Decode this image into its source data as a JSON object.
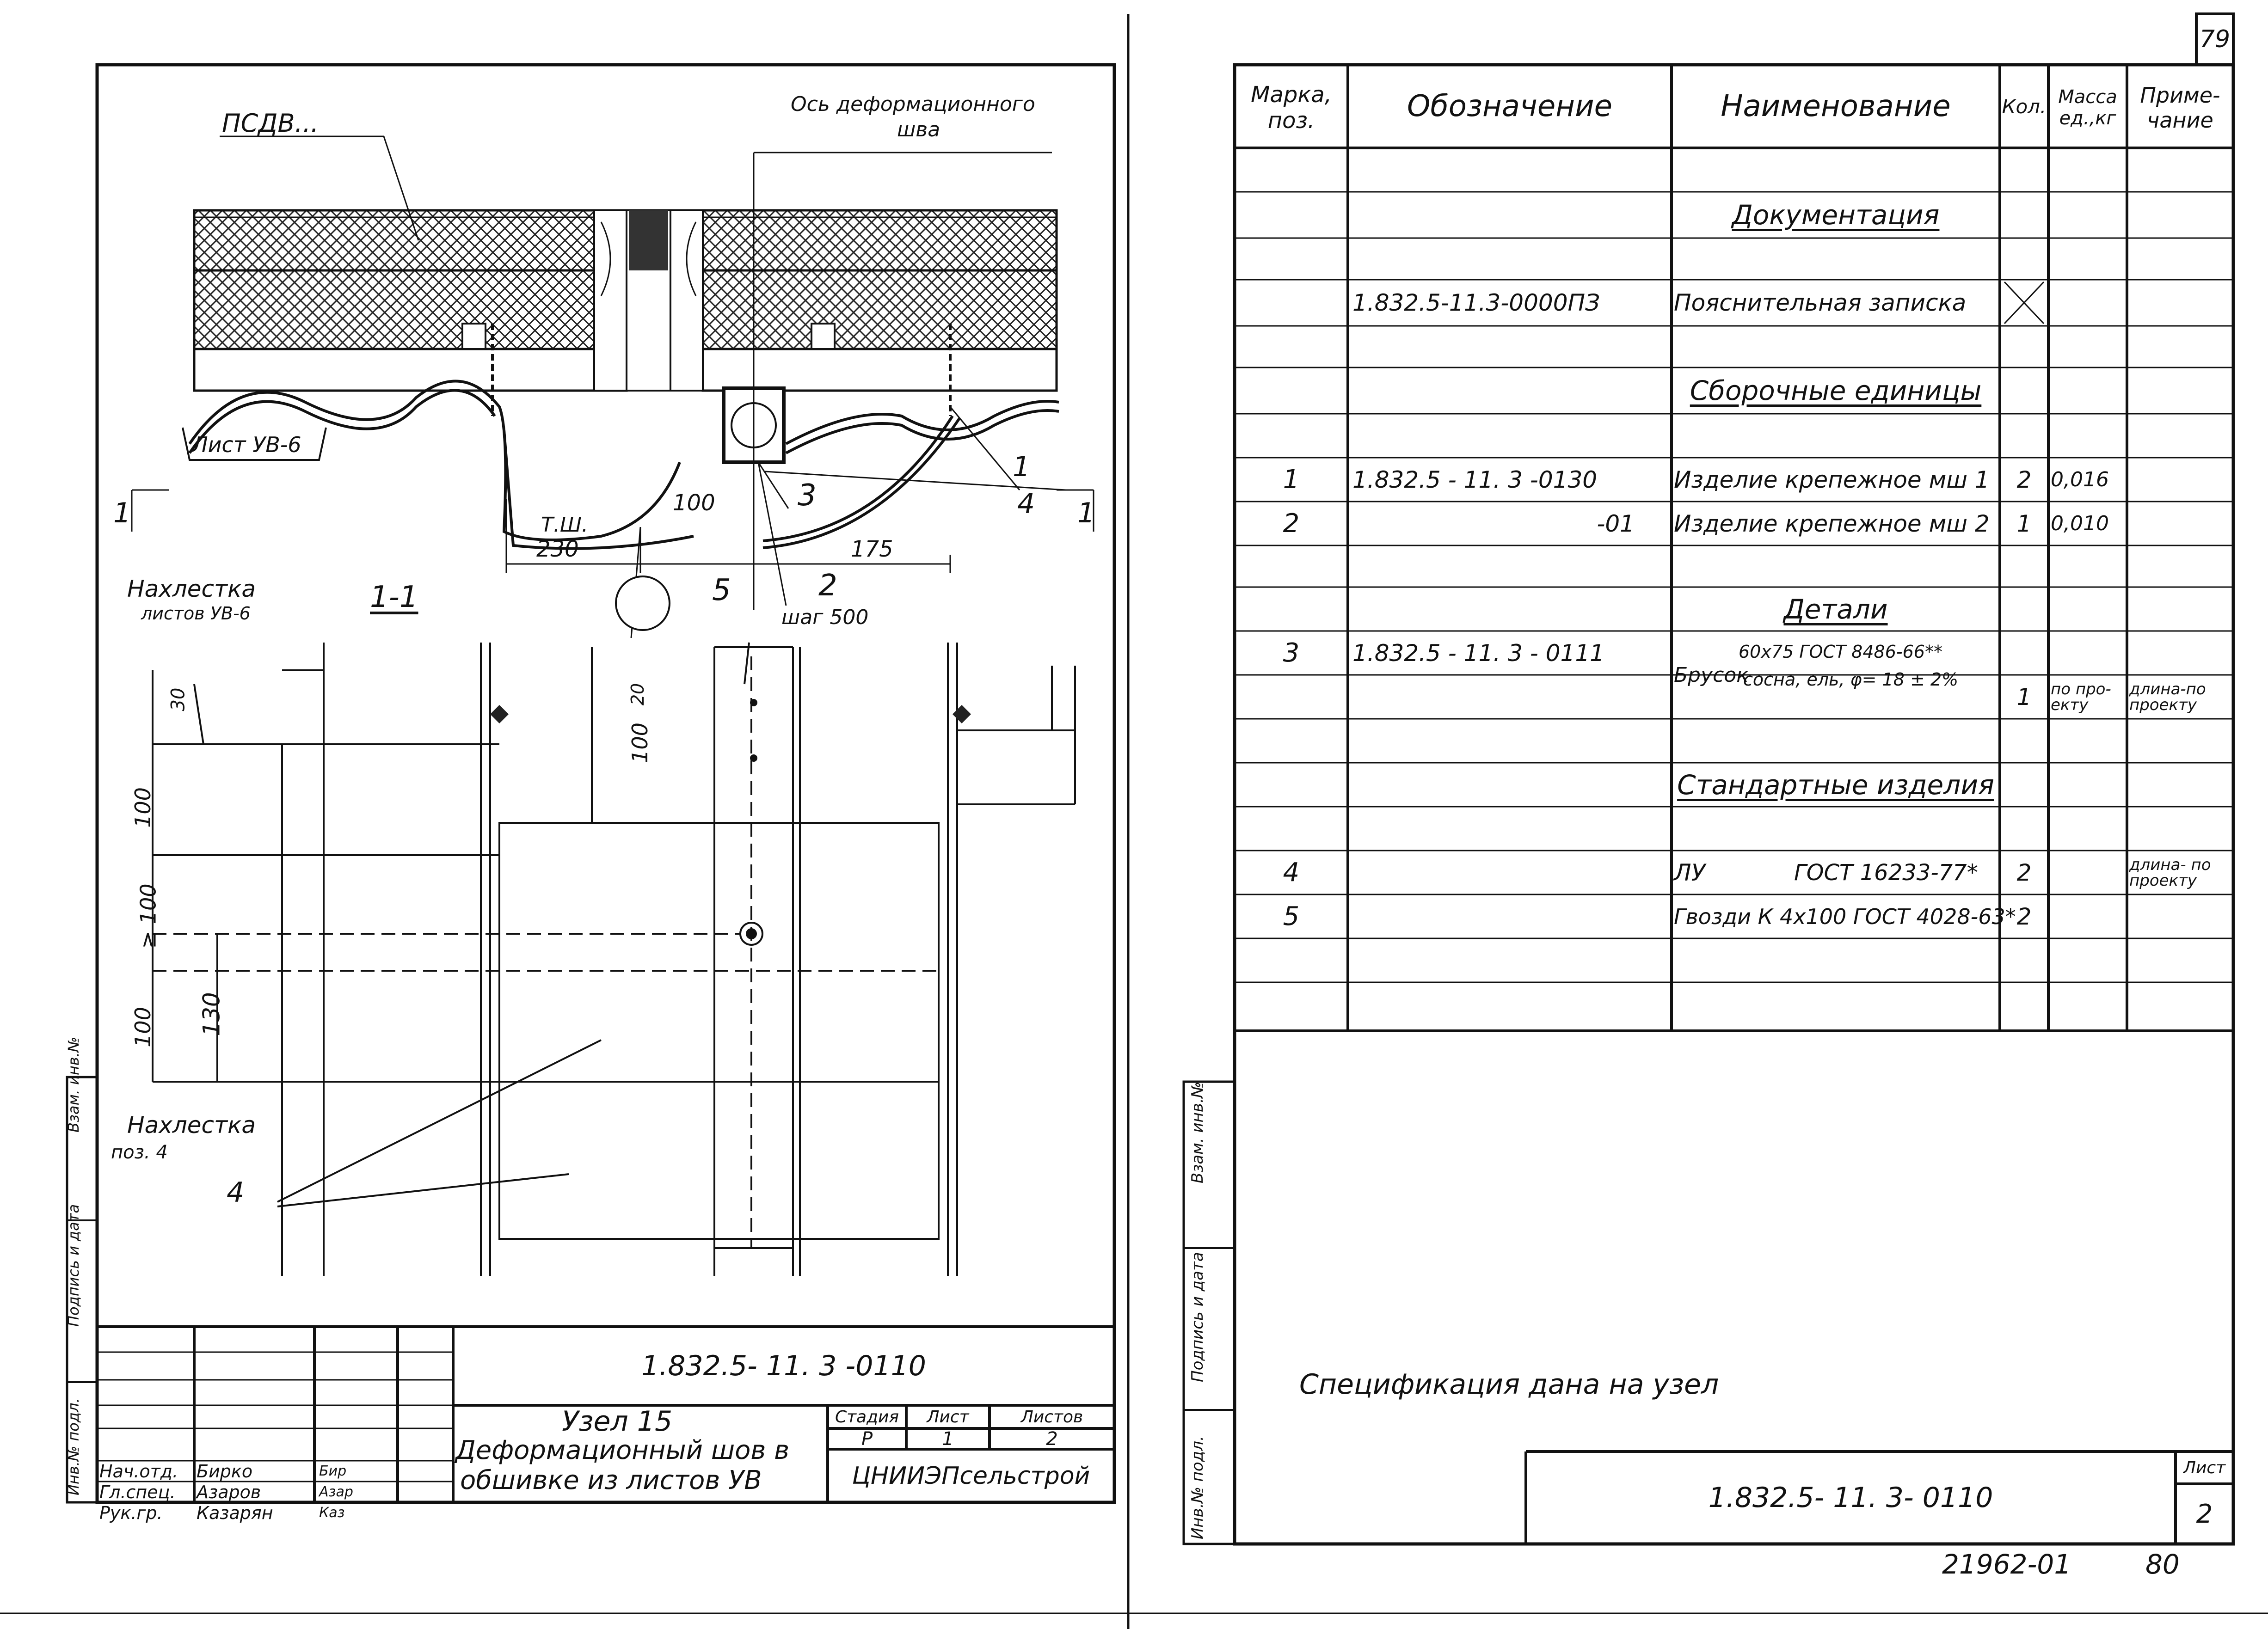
{
  "page_number": "79",
  "left_sheet": {
    "drawing_labels": {
      "psdv": "ПСДВ...",
      "axis_top": "Ось деформационного",
      "axis_bottom": "шва",
      "sheet_uv6": "Лист УВ-6",
      "mark_1": "1",
      "mark_4": "4",
      "mark_3": "3",
      "mark_2": "2",
      "step": "шаг 500",
      "mark_5": "5",
      "section_left": "1",
      "section_right": "1",
      "tsh": "Т.Ш.",
      "dim_100_top": "100",
      "dim_230": "230",
      "dim_175": "175",
      "overlap_title": "Нахлестка",
      "overlap_sub": "листов УВ-6",
      "section_title": "1-1",
      "dim_30": "30",
      "dim_20": "20",
      "dim_100_mid": "100",
      "dim_100_left": "100",
      "dim_ge100": "≥ 100",
      "dim_130": "130",
      "dim_100_low": "100",
      "overlap2_title": "Нахлестка",
      "overlap2_sub": "поз. 4",
      "leader_4": "4"
    },
    "side_stamp": [
      "Инв.№ подл.",
      "Подпись и дата",
      "Взам. инв.№"
    ],
    "title_block": {
      "code": "1.832.5- 11. 3 -0110",
      "title_line1": "Узел 15",
      "title_line2": "Деформационный шов в",
      "title_line3": "обшивке из листов УВ",
      "stage_hdr": "Стадия",
      "sheet_hdr": "Лист",
      "sheets_hdr": "Листов",
      "stage": "Р",
      "sheet": "1",
      "sheets": "2",
      "org": "ЦНИИЭПсельстрой",
      "roles": [
        {
          "role": "Нач.отд.",
          "name": "Бирко",
          "sign": "Бир"
        },
        {
          "role": "Гл.спец.",
          "name": "Азаров",
          "sign": "Азар"
        },
        {
          "role": "Рук.гр.",
          "name": "Казарян",
          "sign": "Каз"
        }
      ]
    }
  },
  "right_sheet": {
    "headers": {
      "mark": "Марка, поз.",
      "designation": "Обозначение",
      "name": "Наименование",
      "qty": "Кол.",
      "mass": "Масса ед.,кг",
      "note": "Приме- чание"
    },
    "rows": [
      {
        "pos": "",
        "designation": "",
        "name": "Документация",
        "qty": "",
        "mass": "",
        "note": "",
        "section": true
      },
      {
        "pos": "",
        "designation": "1.832.5-11.3-0000ПЗ",
        "name": "Пояснительная записка",
        "qty": "",
        "mass": "",
        "note": "",
        "section": false
      },
      {
        "pos": "",
        "designation": "",
        "name": "Сборочные единицы",
        "qty": "",
        "mass": "",
        "note": "",
        "section": true
      },
      {
        "pos": "1",
        "designation": "1.832.5 - 11. 3 -0130",
        "name": "Изделие крепежное мш 1",
        "qty": "2",
        "mass": "0,016",
        "note": "",
        "section": false
      },
      {
        "pos": "2",
        "designation": "-01",
        "name": "Изделие крепежное мш 2",
        "qty": "1",
        "mass": "0,010",
        "note": "",
        "section": false
      },
      {
        "pos": "",
        "designation": "",
        "name": "Детали",
        "qty": "",
        "mass": "",
        "note": "",
        "section": true
      },
      {
        "pos": "3",
        "designation": "1.832.5 - 11. 3 - 0111",
        "name": "Брусок",
        "name_line1": "60х75 ГОСТ 8486-66**",
        "name_line2": "сосна, ель, φ= 18 ± 2%",
        "qty": "1",
        "mass": "по про- екту",
        "note": "длина-по проекту",
        "section": false
      },
      {
        "pos": "",
        "designation": "",
        "name": "Стандартные изделия",
        "qty": "",
        "mass": "",
        "note": "",
        "section": true
      },
      {
        "pos": "4",
        "designation": "",
        "name": "ЛУ",
        "name_extra": "ГОСТ 16233-77*",
        "qty": "2",
        "mass": "",
        "note": "длина- по проекту",
        "section": false
      },
      {
        "pos": "5",
        "designation": "",
        "name": "Гвозди К 4х100 ГОСТ 4028-63*",
        "qty": "2",
        "mass": "",
        "note": "",
        "section": false
      }
    ],
    "spec_note": "Спецификация дана на узел",
    "side_stamp": [
      "Инв.№ подл.",
      "Подпись и дата",
      "Взам. инв.№"
    ],
    "bottom_code": "1.832.5- 11. 3- 0110",
    "sheet_label": "Лист",
    "sheet_no": "2",
    "archive_no": "21962-01",
    "archive_page": "80"
  }
}
